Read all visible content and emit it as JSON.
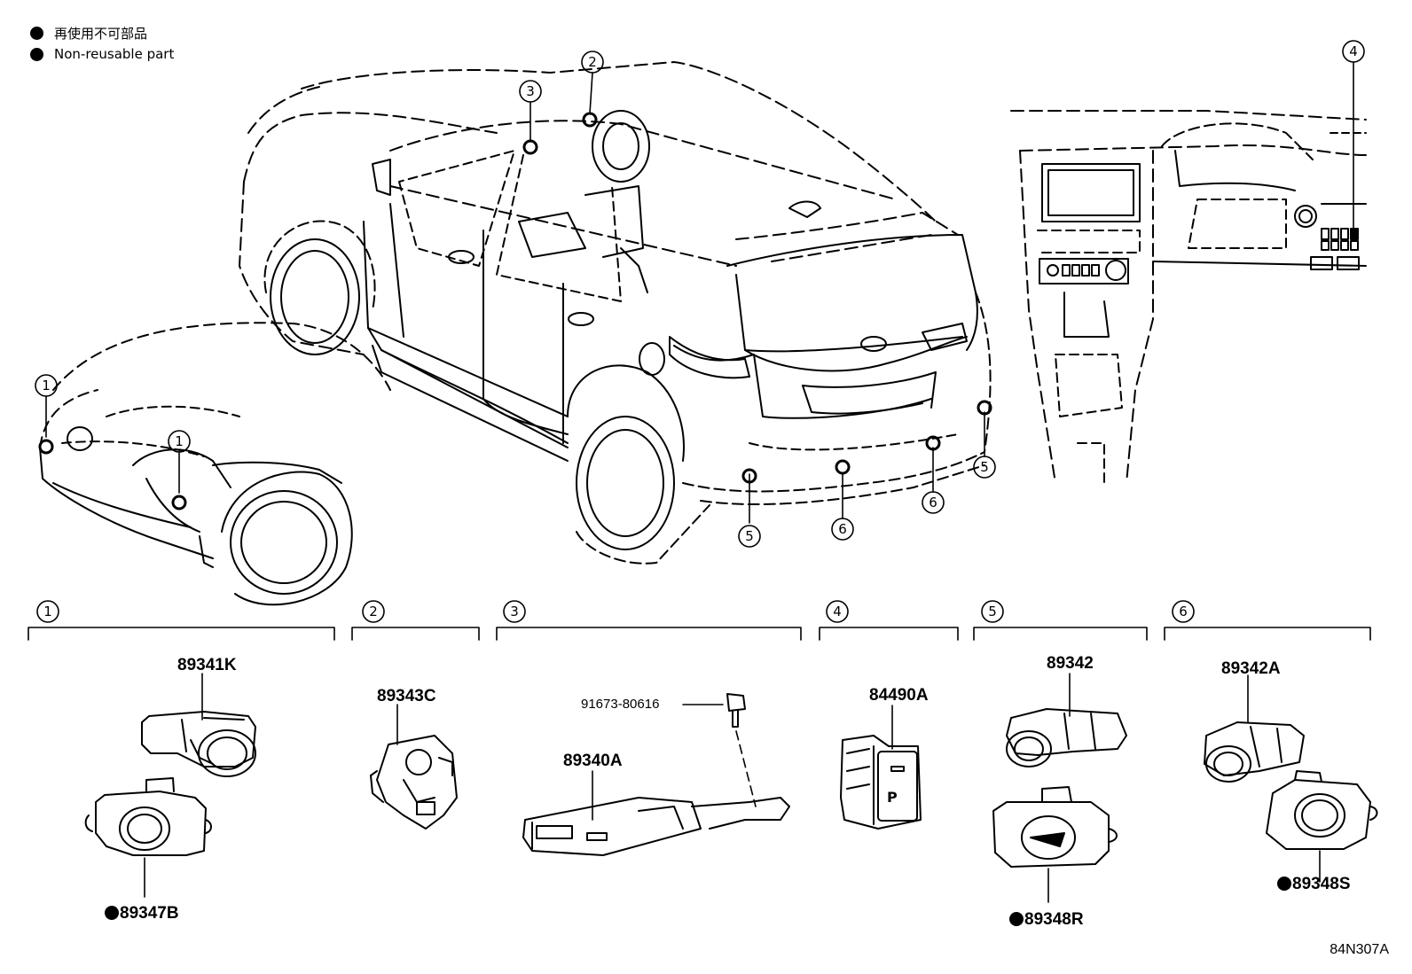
{
  "legend": {
    "jp": "再使用不可部品",
    "en": "Non-reusable part"
  },
  "callouts": [
    "1",
    "2",
    "3",
    "4",
    "5",
    "6"
  ],
  "groups": [
    {
      "num": "1",
      "parts": [
        "89341K",
        "89347B"
      ]
    },
    {
      "num": "2",
      "parts": [
        "89343C"
      ]
    },
    {
      "num": "3",
      "parts": [
        "89340A",
        "91673-80616"
      ]
    },
    {
      "num": "4",
      "parts": [
        "84490A"
      ]
    },
    {
      "num": "5",
      "parts": [
        "89342",
        "89348R"
      ]
    },
    {
      "num": "6",
      "parts": [
        "89342A",
        "89348S"
      ]
    }
  ],
  "parts": {
    "p89341K": "89341K",
    "p89347B": "89347B",
    "p89343C": "89343C",
    "p91673": "91673-80616",
    "p89340A": "89340A",
    "p84490A": "84490A",
    "p89342": "89342",
    "p89348R": "89348R",
    "p89342A": "89342A",
    "p89348S": "89348S"
  },
  "switch_label": "P",
  "reference": "84N307A"
}
